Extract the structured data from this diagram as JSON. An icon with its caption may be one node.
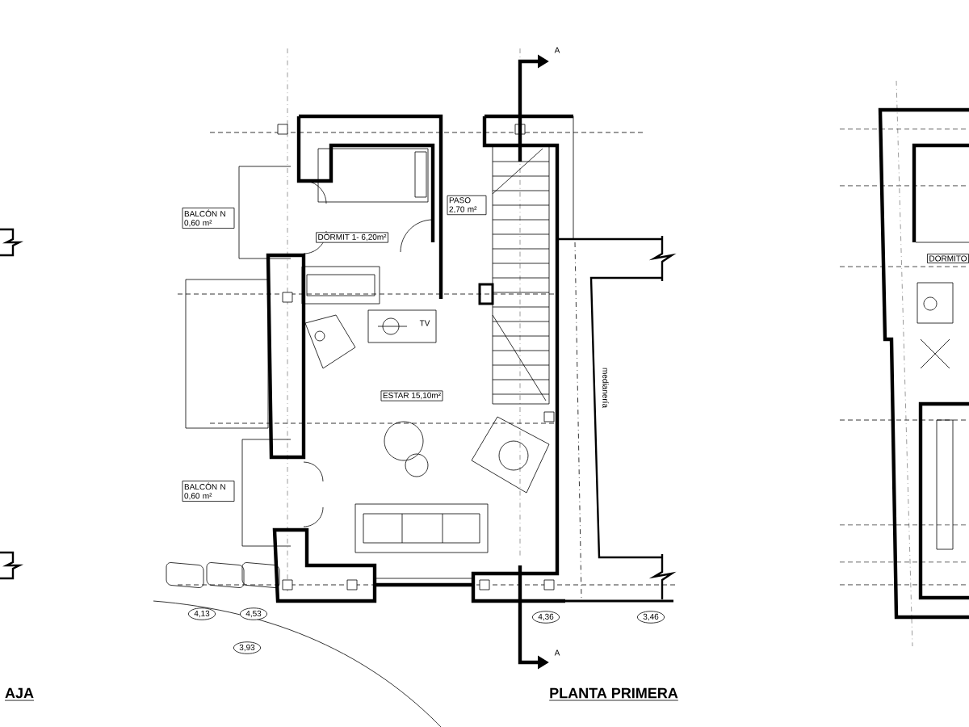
{
  "diagram": {
    "title": "PLANTA PRIMERA",
    "nodes": [
      {
        "text": [
          "BALCÓN N 0,60 m²"
        ]
      },
      {
        "text": [
          "DORMIT 1- 6,20m²"
        ]
      },
      {
        "text": [
          "PASO 2,70 m²"
        ]
      },
      {
        "text": [
          "ESTAR 15,10m²"
        ]
      },
      {
        "text": [
          "BALCÓN N 0,60 m²"
        ]
      },
      {
        "text": [
          "DORMITO"
        ]
      },
      {
        "text": [
          "4,13"
        ]
      },
      {
        "text": [
          "4,53"
        ]
      },
      {
        "text": [
          "3,93"
        ]
      },
      {
        "text": [
          "4,36"
        ]
      },
      {
        "text": [
          "3,46"
        ]
      }
    ],
    "labels": [
      "A",
      "TV",
      "medianería",
      "A",
      "AJA"
    ]
  }
}
